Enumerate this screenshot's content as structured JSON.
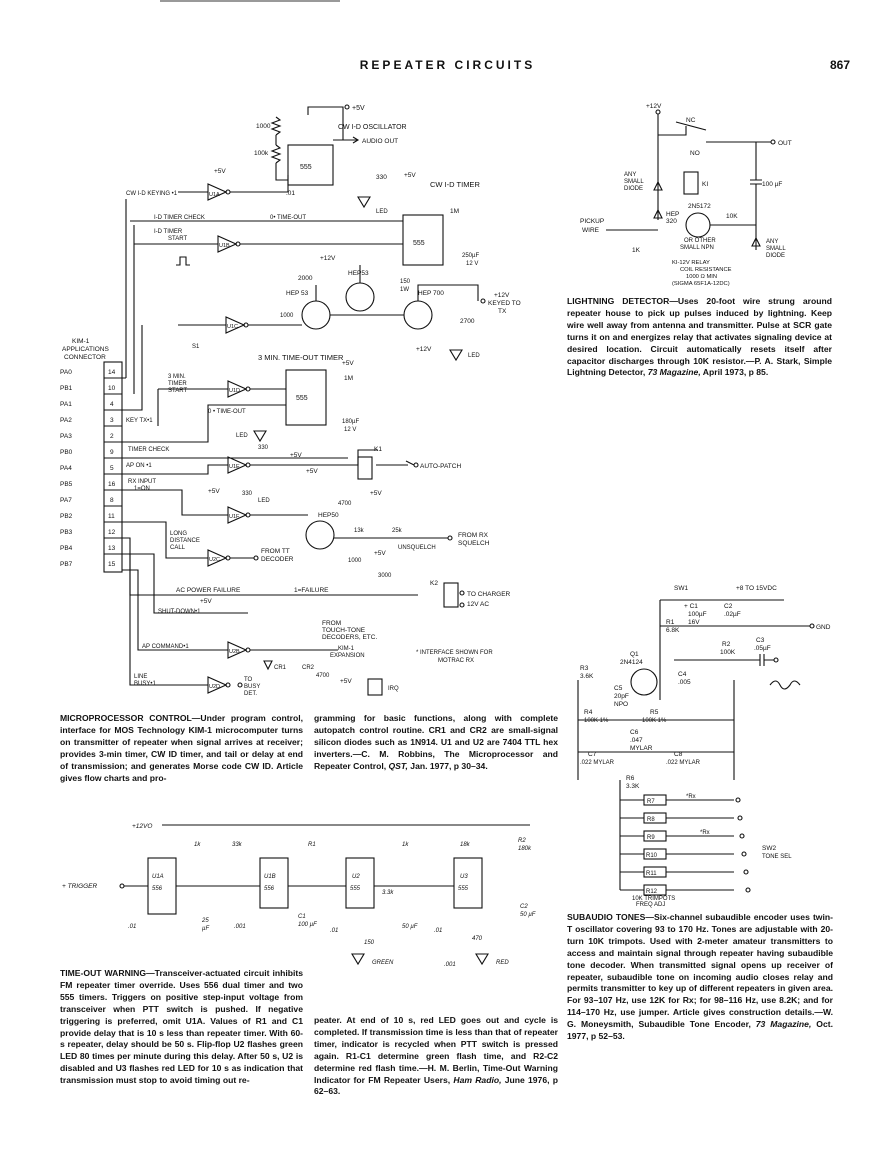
{
  "header": {
    "title": "REPEATER CIRCUITS",
    "page_number": "867"
  },
  "captions": {
    "lightning": {
      "head": "LIGHTNING DETECTOR—",
      "body": "Uses 20-foot wire strung around repeater house to pick up pulses induced by lightning. Keep wire well away from antenna and transmitter. Pulse at SCR gate turns it on and energizes relay that activates signaling device at desired location. Circuit automatically resets itself after capacitor discharges through 10K resistor.—P. A. Stark, Simple Lightning Detector, ",
      "source": "73 Magazine,",
      "tail": " April 1973, p 85."
    },
    "micro": {
      "head": "MICROPROCESSOR CONTROL—",
      "col1": "Under program control, interface for MOS Technology KIM-1 microcomputer turns on transmitter of repeater when signal arrives at receiver; provides 3-min timer, CW ID timer, and tail or delay at end of transmission; and generates Morse code CW ID. Article gives flow charts and pro-",
      "col2": "gramming for basic functions, along with complete autopatch control routine. CR1 and CR2 are small-signal silicon diodes such as 1N914. U1 and U2 are 7404 TTL hex inverters.—C. M. Robbins, The Microprocessor and Repeater Control, ",
      "source": "QST,",
      "tail": " Jan. 1977, p 30–34."
    },
    "timeout": {
      "head": "TIME-OUT WARNING—",
      "col1": "Transceiver-actuated circuit inhibits FM repeater timer override. Uses 556 dual timer and two 555 timers. Triggers on positive step-input voltage from transceiver when PTT switch is pushed. If negative triggering is preferred, omit U1A. Values of R1 and C1 provide delay that is 10 s less than repeater timer. With 60-s repeater, delay should be 50 s. Flip-flop U2 flashes green LED 80 times per minute during this delay. After 50 s, U2 is disabled and U3 flashes red LED for 10 s as indication that transmission must stop to avoid timing out re-",
      "col2": "peater. At end of 10 s, red LED goes out and cycle is completed. If transmission time is less than that of repeater timer, indicator is recycled when PTT switch is pressed again. R1-C1 determine green flash time, and R2-C2 determine red flash time.—H. M. Berlin, Time-Out Warning Indicator for FM Repeater Users, ",
      "source": "Ham Radio,",
      "tail": " June 1976, p 62–63."
    },
    "subaudio": {
      "head": "SUBAUDIO TONES—",
      "body": "Six-channel subaudible encoder uses twin-T oscillator covering 93 to 170 Hz. Tones are adjustable with 20-turn 10K trimpots. Used with 2-meter amateur transmitters to access and maintain signal through repeater having subaudible tone decoder. When transmitted signal opens up receiver of repeater, subaudible tone on incoming audio closes relay and permits transmitter to key up of different repeaters in given area. For 93–107 Hz, use 12K for Rx; for 98–116 Hz, use 8.2K; and for 114–170 Hz, use jumper. Article gives construction details.—W. G. Moneysmith, Subaudible Tone Encoder, ",
      "source": "73 Magazine,",
      "tail": " Oct. 1977, p 52–53."
    }
  },
  "micro_labels": {
    "plus5v": "+5V",
    "cw_osc": "CW I-D OSCILLATOR",
    "audio_out": "AUDIO OUT",
    "r1000": "1000",
    "r100k": "100k",
    "ic555": "555",
    "c01": ".01",
    "cw_keying": "CW I-D KEYING •1",
    "r330": "330",
    "cw_timer": "CW I-D TIMER",
    "led": "LED",
    "r1m": "1M",
    "timer_check": "I-D TIMER CHECK",
    "timeout0": "0• TIME-OUT",
    "timer_start": "I-D TIMER",
    "start": "START",
    "c250": "250µF",
    "v12": "12 V",
    "plus12v": "+12V",
    "r2000": "2000",
    "hep53a": "HEP53",
    "hep53b": "HEP 53",
    "hep700": "HEP 700",
    "r150": "150",
    "r1w": "1W",
    "keyed": "+12V",
    "keyed2": "KEYED TO",
    "tx": "TX",
    "r2700": "2700",
    "kim1": "KIM-1",
    "apps": "APPLICATIONS",
    "conn": "CONNECTOR",
    "s1": "S1",
    "min3": "3 MIN. TIME-OUT TIMER",
    "min3b": "3 MIN.",
    "timer": "TIMER",
    "start2": "START",
    "key_tx": "KEY TX•1",
    "timeout2": "0 • TIME-OUT",
    "timer_check2": "TIMER CHECK",
    "ap_on": "AP ON •1",
    "rx_input": "RX INPUT",
    "on1": "1=ON",
    "c180": "180µF",
    "k1": "K1",
    "autopatch": "AUTO-PATCH",
    "r4700": "4700",
    "hep50": "HEP50",
    "r13k": "13k",
    "r25k": "25k",
    "unsquelch": "UNSQUELCH",
    "from_rx": "FROM RX",
    "squelch": "SQUELCH",
    "long_dist": "LONG",
    "distance": "DISTANCE",
    "call": "CALL",
    "from_tt": "FROM TT",
    "decoder": "DECODER",
    "r3000": "3000",
    "ac_fail": "AC POWER FAILURE",
    "fail1": "1=FAILURE",
    "k2": "K2",
    "to_charger": "TO CHARGER",
    "ac12": "12V AC",
    "shutdown": "SHUT-DOWN•1",
    "ap_cmd": "AP COMMAND•1",
    "from_tt2": "FROM",
    "touch": "TOUCH-TONE",
    "decoders": "DECODERS, ETC.",
    "kim_exp": "KIM-1",
    "expansion": "EXPANSION",
    "irq": "IRQ",
    "iface": "* INTERFACE SHOWN FOR",
    "motrac": "MOTRAC RX",
    "cr1": "CR1",
    "cr2": "CR2",
    "line_busy": "LINE",
    "busy1": "BUSY•1",
    "to_busy": "TO",
    "busy": "BUSY",
    "det": "DET.",
    "u1a": "U1A",
    "u1b": "U1B",
    "u1c": "U1C",
    "u1d": "U1D",
    "u1e": "U1E",
    "u1f": "U1F",
    "u2a": "U2A",
    "u2b": "U2B",
    "u2c": "U2C",
    "u2d": "U2D",
    "pins": [
      "PA0",
      "PB1",
      "PA1",
      "PA2",
      "PA3",
      "PB0",
      "PA4",
      "PB5",
      "PA7",
      "PB2",
      "PB3",
      "PB4",
      "PB7"
    ],
    "pin_nums": [
      "14",
      "10",
      "4",
      "3",
      "2",
      "9",
      "5",
      "16",
      "8",
      "11",
      "12",
      "13",
      "15"
    ]
  },
  "lightning_labels": {
    "v12": "+12V",
    "nc": "NC",
    "no": "NO",
    "out": "OUT",
    "any": "ANY",
    "small": "SMALL",
    "diode": "DIODE",
    "ki": "KI",
    "c100": "100 µF",
    "n5172": "2N5172",
    "r10k": "10K",
    "pickup": "PICKUP",
    "wire": "WIRE",
    "hep": "HEP",
    "n320": "320",
    "other": "OR OTHER",
    "small_npn": "SMALL NPN",
    "r1k": "1K",
    "relay1": "KI-12V RELAY",
    "relay2": "COIL RESISTANCE",
    "relay3": "1000 Ω MIN",
    "relay4": "(SIGMA 65F1A-12DC)"
  },
  "subaudio_labels": {
    "sw1": "SW1",
    "v8": "+8 TO 15VDC",
    "c1": "+ C1",
    "c1v": "100µF",
    "c1r": "16V",
    "c2": "C2",
    "c2v": ".02µF",
    "gnd": "GND",
    "r1": "R1",
    "r1v": "6.8K",
    "r2": "R2",
    "r2v": "100K",
    "c3": "C3",
    "c3v": ".05µF",
    "r3": "R3",
    "r3v": "3.6K",
    "q1": "Q1",
    "q1v": "2N4124",
    "c4": "C4",
    "c4v": ".005",
    "c5": "C5",
    "c5v": "20pF",
    "c5n": "NPO",
    "r4": "R4",
    "r4v": "100K 1%",
    "r5": "R5",
    "r5v": "100K 1%",
    "c6": "C6",
    "c6v": ".047",
    "c6n": "MYLAR",
    "c7": "C7",
    "c7v": ".022 MYLAR",
    "c8": "C8",
    "c8v": ".022 MYLAR",
    "r6": "R6",
    "r6v": "3.3K",
    "r7": "R7",
    "r8": "R8",
    "r9": "R9",
    "r10": "R10",
    "r11": "R11",
    "r12": "R12",
    "rx": "*Rx",
    "sw2": "SW2",
    "tone_sel": "TONE SEL",
    "trim": "10K TRIMPOTS",
    "freq": "FREQ ADJ"
  },
  "timeout_labels": {
    "v12": "+12VO",
    "trigger": "+ TRIGGER",
    "u1a": "U1A",
    "u1b": "U1B",
    "ic556a": "556",
    "ic556b": "556",
    "u2": "U2",
    "u3": "U3",
    "ic555a": "555",
    "ic555b": "555",
    "r1k": "1k",
    "r33k": "33k",
    "r1": "R1",
    "r1k2": "1k",
    "r18k": "18k",
    "r2": "R2",
    "r180k": "180k",
    "r33k2": "3.3k",
    "c01": ".01",
    "c25": "25",
    "c25u": "µF",
    "c001": ".001",
    "c1": "C1",
    "c1v": "100 µF",
    "c50": "50 µF",
    "c01b": ".01",
    "r150": "150",
    "green": "GREEN",
    "c001b": ".001",
    "r470": "470",
    "red": "RED",
    "c2": "C2",
    "c2v": "50 µF"
  }
}
